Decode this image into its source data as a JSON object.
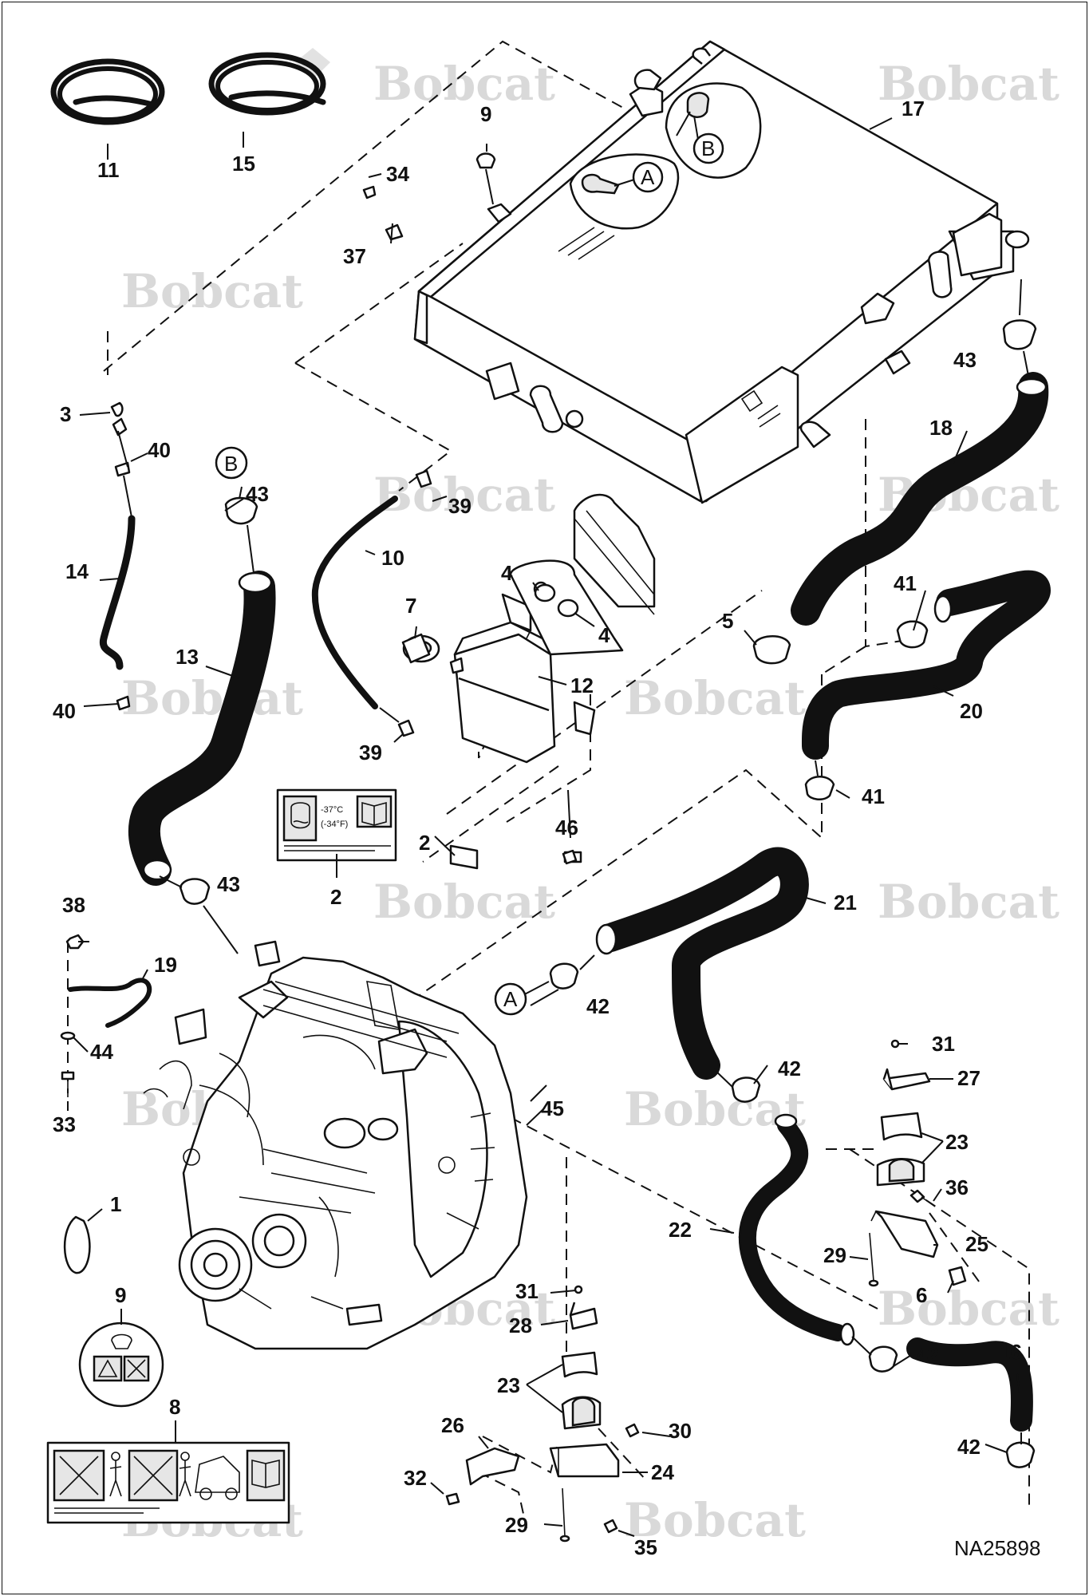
{
  "brand": {
    "watermark_text": "Bobcat",
    "watermark_color": "#d9d9d9"
  },
  "figure_id": "NA25898",
  "callouts": {
    "c1": "1",
    "c2a": "2",
    "c2b": "2",
    "c3": "3",
    "c4a": "4",
    "c4b": "4",
    "c5": "5",
    "c6": "6",
    "c7": "7",
    "c8": "8",
    "c9a": "9",
    "c9b": "9",
    "c10": "10",
    "c11": "11",
    "c12": "12",
    "c13": "13",
    "c14": "14",
    "c15": "15",
    "c16": "16",
    "c17": "17",
    "c18": "18",
    "c19": "19",
    "c20": "20",
    "c21": "21",
    "c22": "22",
    "c23a": "23",
    "c23b": "23",
    "c24": "24",
    "c25": "25",
    "c26": "26",
    "c27": "27",
    "c28": "28",
    "c29a": "29",
    "c29b": "29",
    "c30": "30",
    "c31a": "31",
    "c31b": "31",
    "c32": "32",
    "c33": "33",
    "c34": "34",
    "c35": "35",
    "c36": "36",
    "c37": "37",
    "c38": "38",
    "c39a": "39",
    "c39b": "39",
    "c40a": "40",
    "c40b": "40",
    "c41a": "41",
    "c41b": "41",
    "c42a": "42",
    "c42b": "42",
    "c42c": "42",
    "c42d": "42",
    "c43a": "43",
    "c43b": "43",
    "c43c": "43",
    "c44": "44",
    "c45": "45",
    "c46": "46"
  },
  "connection_refs": {
    "refA1": "A",
    "refA2": "A",
    "refB1": "B",
    "refB2": "B"
  },
  "decal": {
    "temp_c": "-37°C",
    "temp_f": "(-34°F)"
  },
  "icons": [
    "coolant-reservoir-icon",
    "book-icon",
    "warning-decal-icon",
    "no-entry-icon",
    "person-icon",
    "skid-steer-icon"
  ]
}
